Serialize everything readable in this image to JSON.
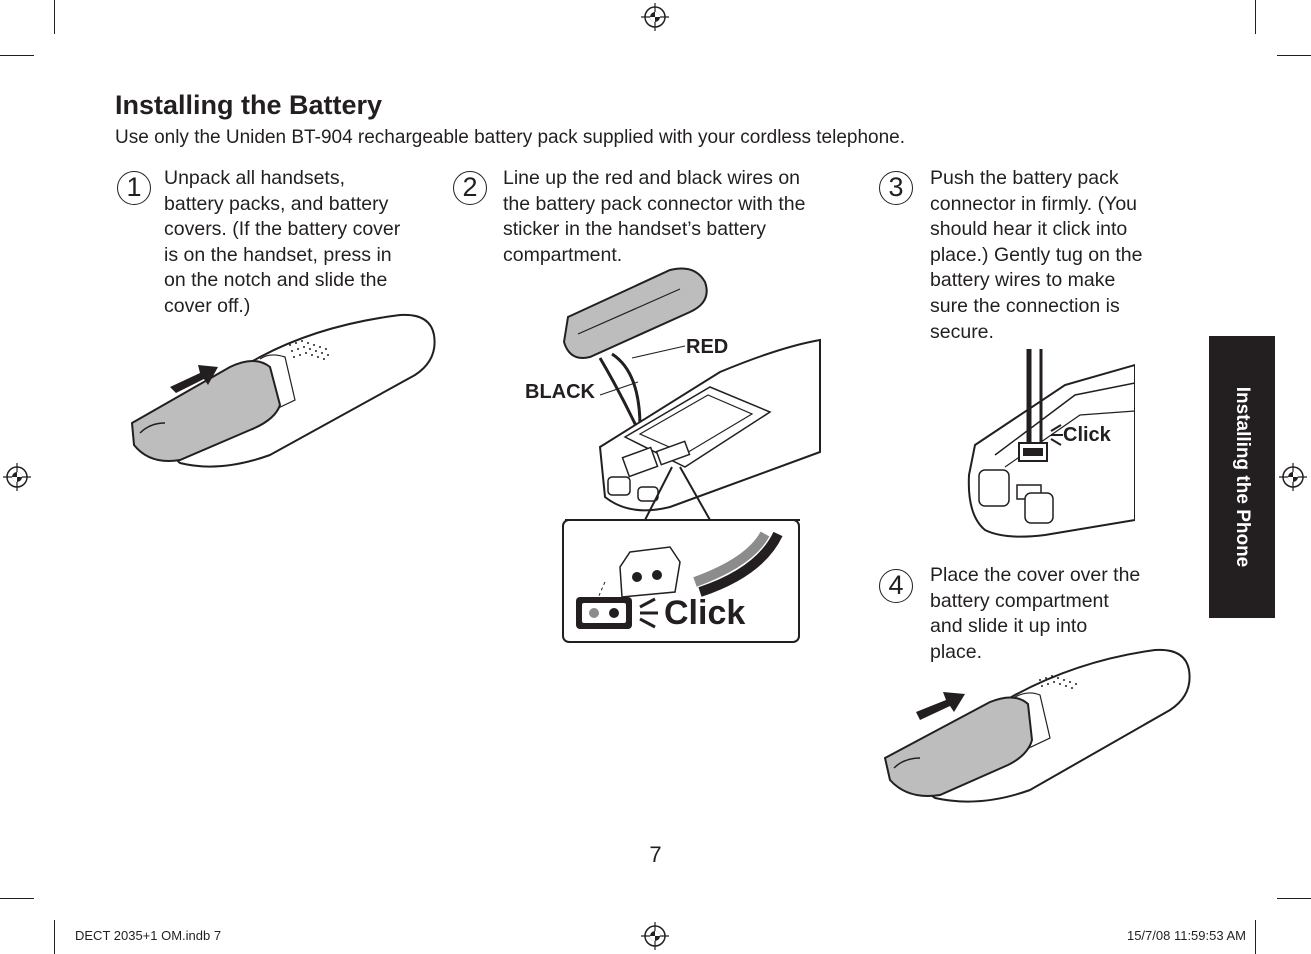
{
  "page": {
    "title": "Installing the Battery",
    "subtitle": "Use only the Uniden BT-904 rechargeable battery pack supplied with your cordless telephone.",
    "page_number": "7",
    "side_tab": "Installing the Phone"
  },
  "steps": [
    {
      "number": "1",
      "text": [
        "Unpack all handsets,",
        "battery packs, and battery",
        "covers. (If the battery cover",
        "is on the handset, press in",
        "on the notch and slide the",
        "cover off.)"
      ]
    },
    {
      "number": "2",
      "text": [
        "Line up the red and black wires on",
        "the battery pack connector with the",
        "sticker in the handset’s battery",
        "compartment."
      ]
    },
    {
      "number": "3",
      "text": [
        "Push the battery pack",
        "connector in firmly. (You",
        "should hear it click into",
        "place.) Gently tug on the",
        "battery wires to make",
        "sure the connection is",
        "secure."
      ]
    },
    {
      "number": "4",
      "text": [
        "Place the cover over the",
        "battery compartment",
        "and slide it up into",
        "place."
      ]
    }
  ],
  "illustration_labels": {
    "red": "RED",
    "black": "BLACK",
    "click": "Click"
  },
  "footer": {
    "left": "DECT 2035+1 OM.indb   7",
    "right": "15/7/08   11:59:53 AM"
  },
  "icons": [
    "registration-mark-icon",
    "crop-mark-icon",
    "arrow-left-icon",
    "arrow-right-icon",
    "click-chevrons-icon"
  ]
}
